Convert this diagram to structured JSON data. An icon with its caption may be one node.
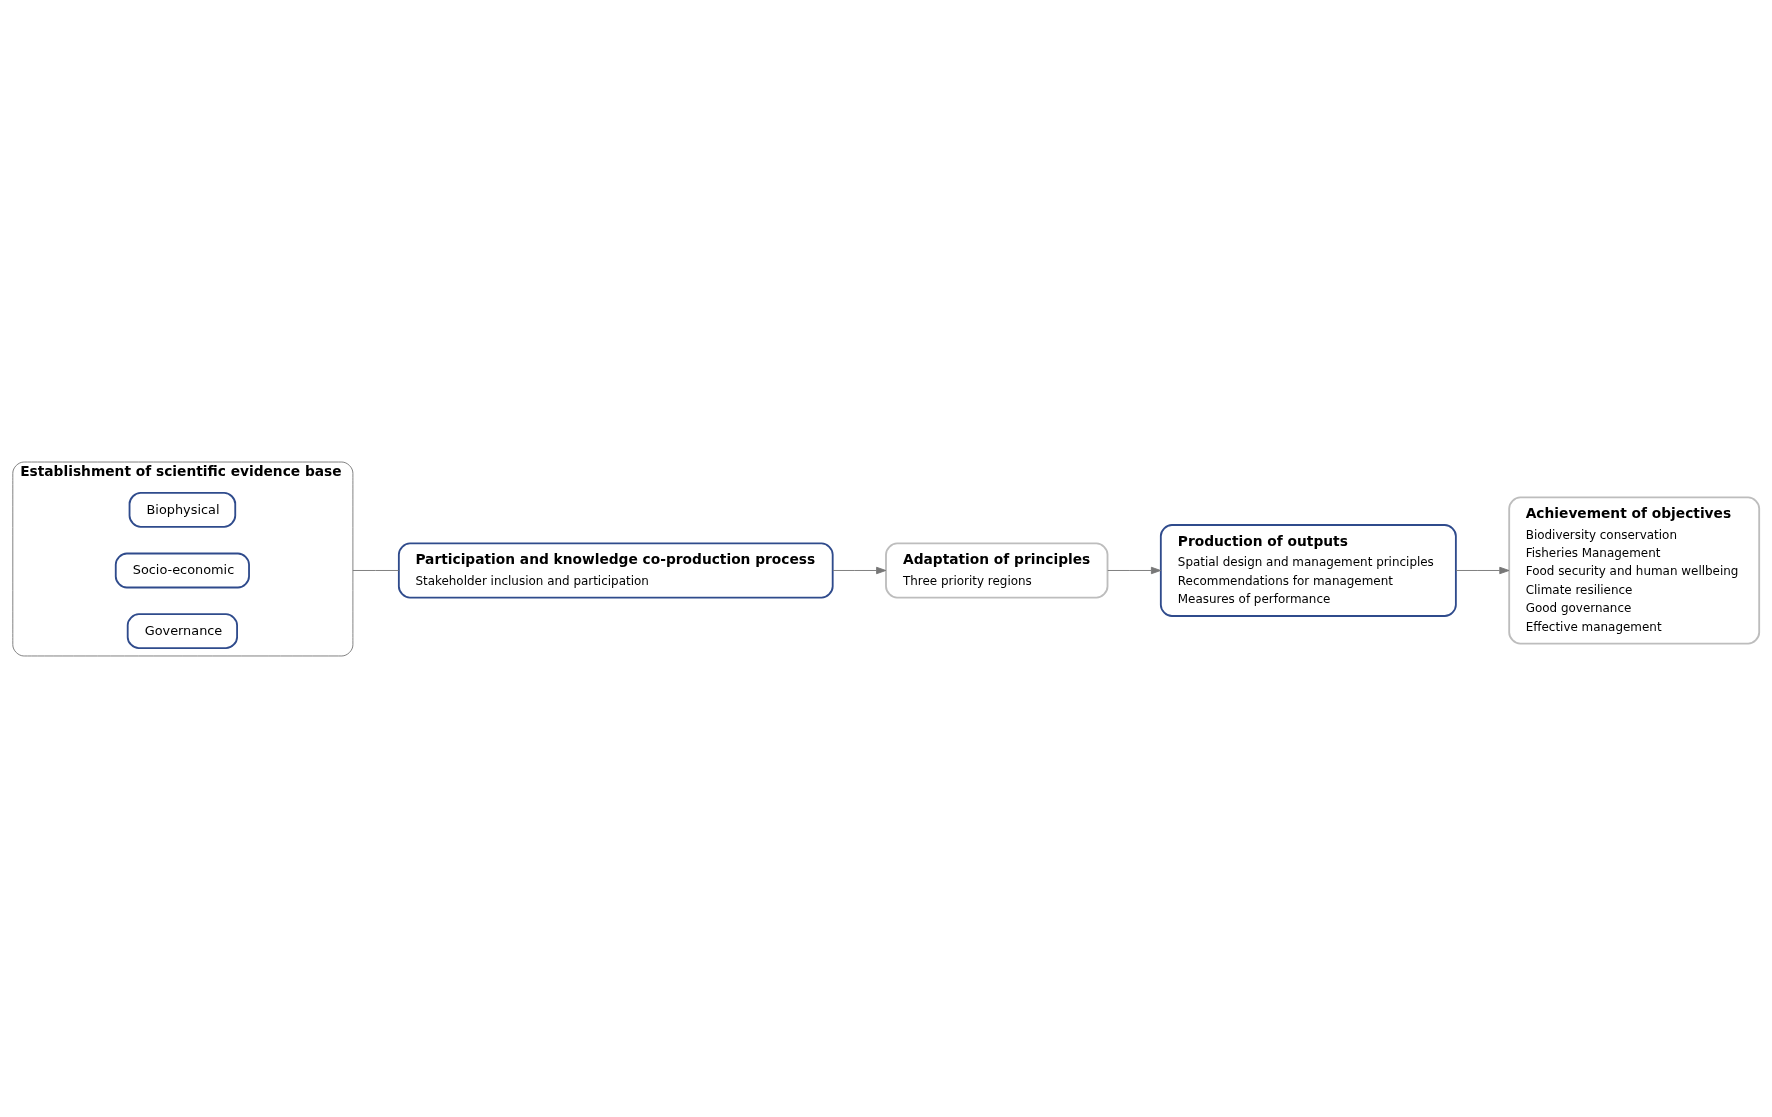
{
  "diagram": {
    "nodes": [
      {
        "text": [
          "Establishment of scientific evidence base"
        ]
      },
      {
        "text": [
          "Biophysical"
        ],
        "in": 0
      },
      {
        "text": [
          "Socio-economic"
        ],
        "in": 0
      },
      {
        "text": [
          "Governance"
        ],
        "in": 0
      },
      {
        "text": [
          "Participation and knowledge co-production process",
          "Stakeholder inclusion and participation"
        ]
      },
      {
        "text": [
          "Adaptation of principles",
          "Three priority regions"
        ]
      },
      {
        "text": [
          "Production of outputs",
          "Spatial design and management principles",
          "Recommendations for management",
          "Measures of performance"
        ]
      },
      {
        "text": [
          "Achievement of objectives",
          "Biodiversity conservation",
          "Fisheries Management",
          "Food security and human wellbeing",
          "Climate resilience",
          "Good governance",
          "Effective management"
        ]
      }
    ],
    "edges": [
      {
        "from": 0,
        "to": 4,
        "arrow": "none"
      },
      {
        "from": 4,
        "to": 5,
        "arrow": "to"
      },
      {
        "from": 5,
        "to": 6,
        "arrow": "to"
      },
      {
        "from": 6,
        "to": 7,
        "arrow": "to"
      }
    ]
  }
}
